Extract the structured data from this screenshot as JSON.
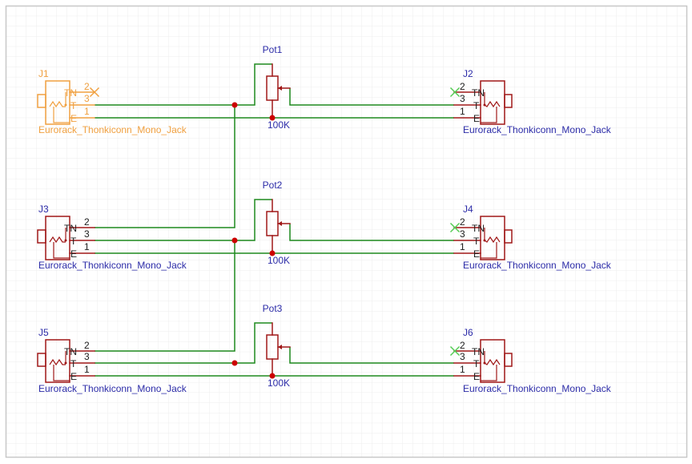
{
  "colors": {
    "wire": "#1f8a1f",
    "symbol": "#a01818",
    "symbol_selected": "#f0a040",
    "label": "#2c2ca8",
    "junction": "#cc0000",
    "no_connect": "#55cc55",
    "grid": "#ececec",
    "border": "#c8c8c8"
  },
  "jacks": [
    {
      "ref": "J1",
      "value": "Eurorack_Thonkiconn_Mono_Jack",
      "side": "left",
      "selected": true,
      "pins": [
        {
          "name": "TN",
          "num": "2"
        },
        {
          "name": "T",
          "num": "3"
        },
        {
          "name": "E",
          "num": "1"
        }
      ]
    },
    {
      "ref": "J2",
      "value": "Eurorack_Thonkiconn_Mono_Jack",
      "side": "right",
      "selected": false,
      "pins": [
        {
          "name": "TN",
          "num": "2"
        },
        {
          "name": "T",
          "num": "3"
        },
        {
          "name": "E",
          "num": "1"
        }
      ]
    },
    {
      "ref": "J3",
      "value": "Eurorack_Thonkiconn_Mono_Jack",
      "side": "left",
      "selected": false,
      "pins": [
        {
          "name": "TN",
          "num": "2"
        },
        {
          "name": "T",
          "num": "3"
        },
        {
          "name": "E",
          "num": "1"
        }
      ]
    },
    {
      "ref": "J4",
      "value": "Eurorack_Thonkiconn_Mono_Jack",
      "side": "right",
      "selected": false,
      "pins": [
        {
          "name": "TN",
          "num": "2"
        },
        {
          "name": "T",
          "num": "3"
        },
        {
          "name": "E",
          "num": "1"
        }
      ]
    },
    {
      "ref": "J5",
      "value": "Eurorack_Thonkiconn_Mono_Jack",
      "side": "left",
      "selected": false,
      "pins": [
        {
          "name": "TN",
          "num": "2"
        },
        {
          "name": "T",
          "num": "3"
        },
        {
          "name": "E",
          "num": "1"
        }
      ]
    },
    {
      "ref": "J6",
      "value": "Eurorack_Thonkiconn_Mono_Jack",
      "side": "right",
      "selected": false,
      "pins": [
        {
          "name": "TN",
          "num": "2"
        },
        {
          "name": "T",
          "num": "3"
        },
        {
          "name": "E",
          "num": "1"
        }
      ]
    }
  ],
  "pots": [
    {
      "ref": "Pot1",
      "value": "100K"
    },
    {
      "ref": "Pot2",
      "value": "100K"
    },
    {
      "ref": "Pot3",
      "value": "100K"
    }
  ]
}
